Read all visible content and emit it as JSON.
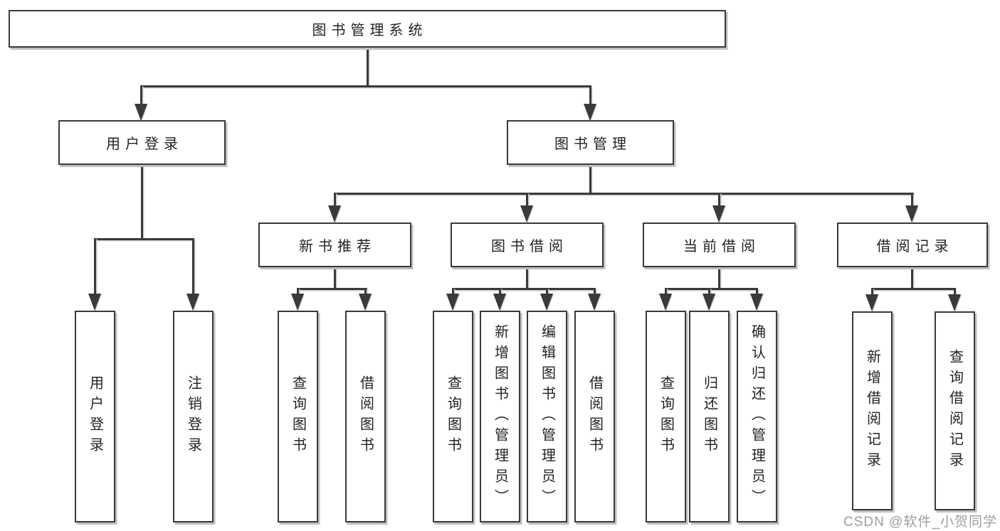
{
  "title": "图书管理系统",
  "watermark": {
    "text": "CSDN @软件_小贺同学",
    "color": "#9e9e9e"
  },
  "colors": {
    "line": "#3a3a3a",
    "box_border": "#3a3a3a",
    "box_background": "#ffffff",
    "text": "#232323",
    "shadow": "#bfbfbf",
    "page_background": "#ffffff"
  },
  "tree": {
    "root": {
      "label": "图书管理系统"
    },
    "branches": [
      {
        "label": "用户登录",
        "children": [
          {
            "label": "用户登录"
          },
          {
            "label": "注销登录"
          }
        ]
      },
      {
        "label": "图书管理",
        "children": [
          {
            "label": "新书推荐",
            "children": [
              {
                "label": "查询图书"
              },
              {
                "label": "借阅图书"
              }
            ]
          },
          {
            "label": "图书借阅",
            "children": [
              {
                "label": "查询图书"
              },
              {
                "label": "新增图书（管理员）"
              },
              {
                "label": "编辑图书（管理员）"
              },
              {
                "label": "借阅图书"
              }
            ]
          },
          {
            "label": "当前借阅",
            "children": [
              {
                "label": "查询图书"
              },
              {
                "label": "归还图书"
              },
              {
                "label": "确认归还（管理员）"
              }
            ]
          },
          {
            "label": "借阅记录",
            "children": [
              {
                "label": "新增借阅记录"
              },
              {
                "label": "查询借阅记录"
              }
            ]
          }
        ]
      }
    ]
  }
}
